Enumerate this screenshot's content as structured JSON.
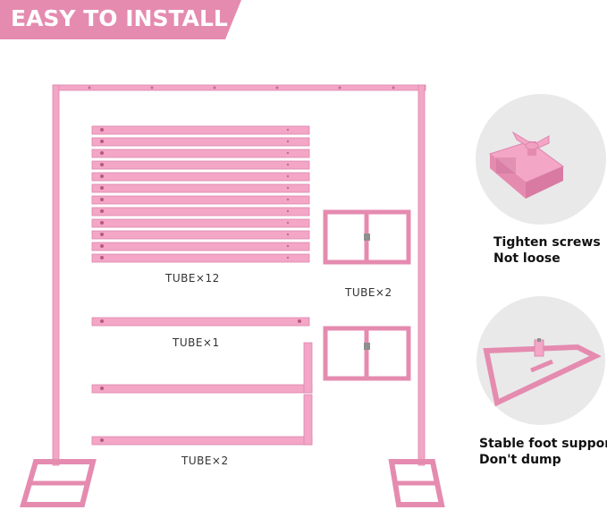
{
  "banner": {
    "title": "EASY TO INSTALL"
  },
  "labels": {
    "tube12": "TUBE×12",
    "tube2_top": "TUBE×2",
    "tube1": "TUBE×1",
    "tube2_bottom": "TUBE×2"
  },
  "captions": {
    "screws": [
      "Tighten screws",
      "Not loose"
    ],
    "foot": [
      "Stable foot support",
      "Don't dump"
    ]
  },
  "colors": {
    "accent": "#e58bb0",
    "tube": "#f3a6c6",
    "tube_dark": "#dd86ad",
    "circle_bg": "#e9e9e9"
  }
}
